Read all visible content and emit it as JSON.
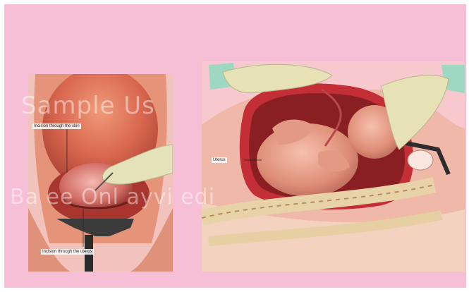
{
  "labels": {
    "skin_incision": "Incision through the skin",
    "uterus_incision": "Incision through the uterus",
    "uterus": "Uterus"
  },
  "watermarks": {
    "top_left": "Sample Us",
    "bottom": "Ba                   ee Onl       ayvi   edi"
  },
  "colors": {
    "background": "#f7bfd6",
    "skin": "#e8a07a",
    "uterus": "#c9333a",
    "fetus": "#e7a38d",
    "glove": "#e8e3b8",
    "drape": "#9ed8c2"
  }
}
